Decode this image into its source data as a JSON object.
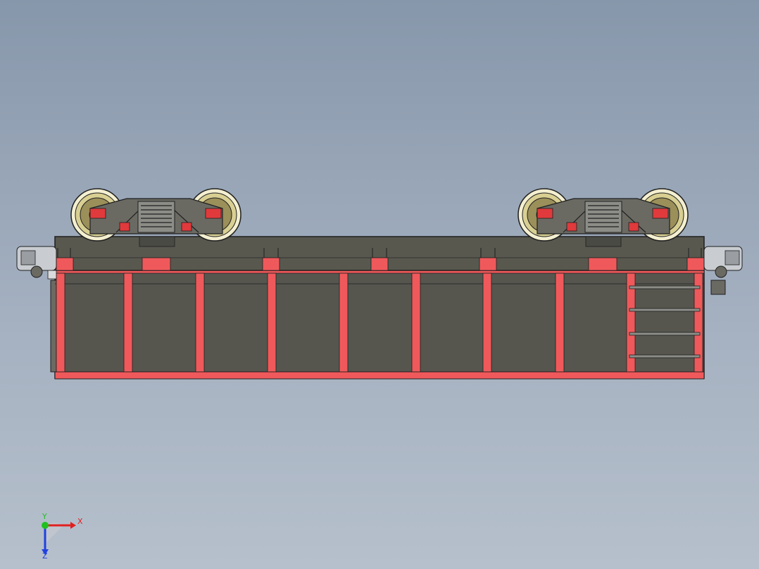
{
  "triad": {
    "x_label": "X",
    "y_label": "Y",
    "z_label": "Z"
  },
  "colors": {
    "body": "#56564f",
    "frame": "#f0595b",
    "outline": "#1f1f1f",
    "wheel_rim": "#d8cf92",
    "bogie": "#6a6a63",
    "axis_x": "#e02020",
    "axis_y": "#20c020",
    "axis_z": "#2040e0"
  },
  "icons": {
    "coordinate_triad": "xyz-axis-icon"
  }
}
